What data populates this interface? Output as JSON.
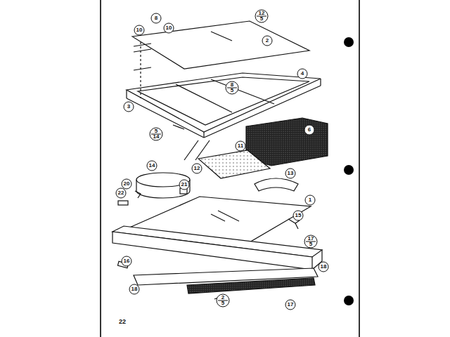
{
  "diagram": {
    "labels": [
      "12",
      "5",
      "8",
      "10",
      "10",
      "2",
      "3",
      "4",
      "8",
      "5",
      "6",
      "5",
      "14",
      "11",
      "12",
      "13",
      "14",
      "20",
      "21",
      "22",
      "1",
      "15",
      "17",
      "5",
      "16",
      "18",
      "18",
      "17",
      "2",
      "5",
      "22"
    ]
  }
}
